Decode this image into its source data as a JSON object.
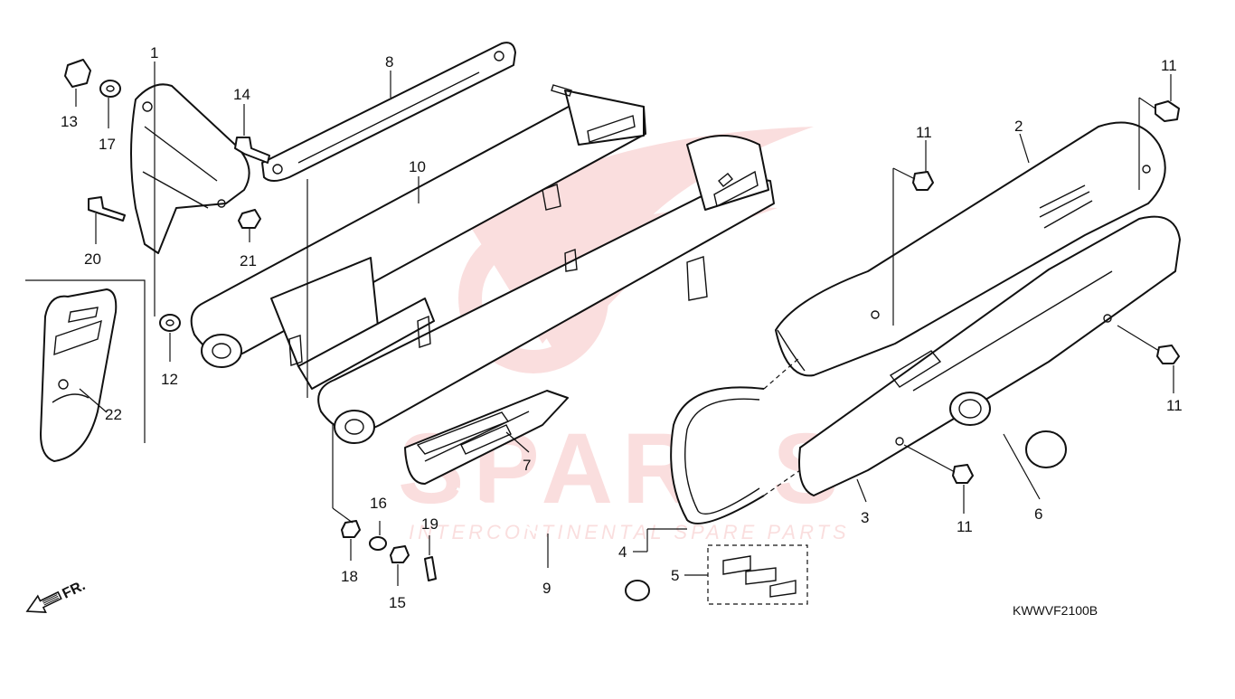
{
  "diagram": {
    "code": "KWWVF2100B",
    "direction_label": "FR.",
    "watermark": {
      "brand": "SPARTS",
      "tagline": "INTERCONTINENTAL SPARE PARTS"
    },
    "callouts": [
      "1",
      "2",
      "3",
      "4",
      "5",
      "6",
      "7",
      "8",
      "9",
      "10",
      "11",
      "11",
      "11",
      "11",
      "12",
      "13",
      "14",
      "15",
      "16",
      "17",
      "18",
      "19",
      "20",
      "21",
      "22"
    ]
  },
  "colors": {
    "ink": "#111111",
    "watermark": "#e23a3a",
    "background": "#ffffff"
  },
  "icons": [
    "front-direction-arrow-icon"
  ]
}
